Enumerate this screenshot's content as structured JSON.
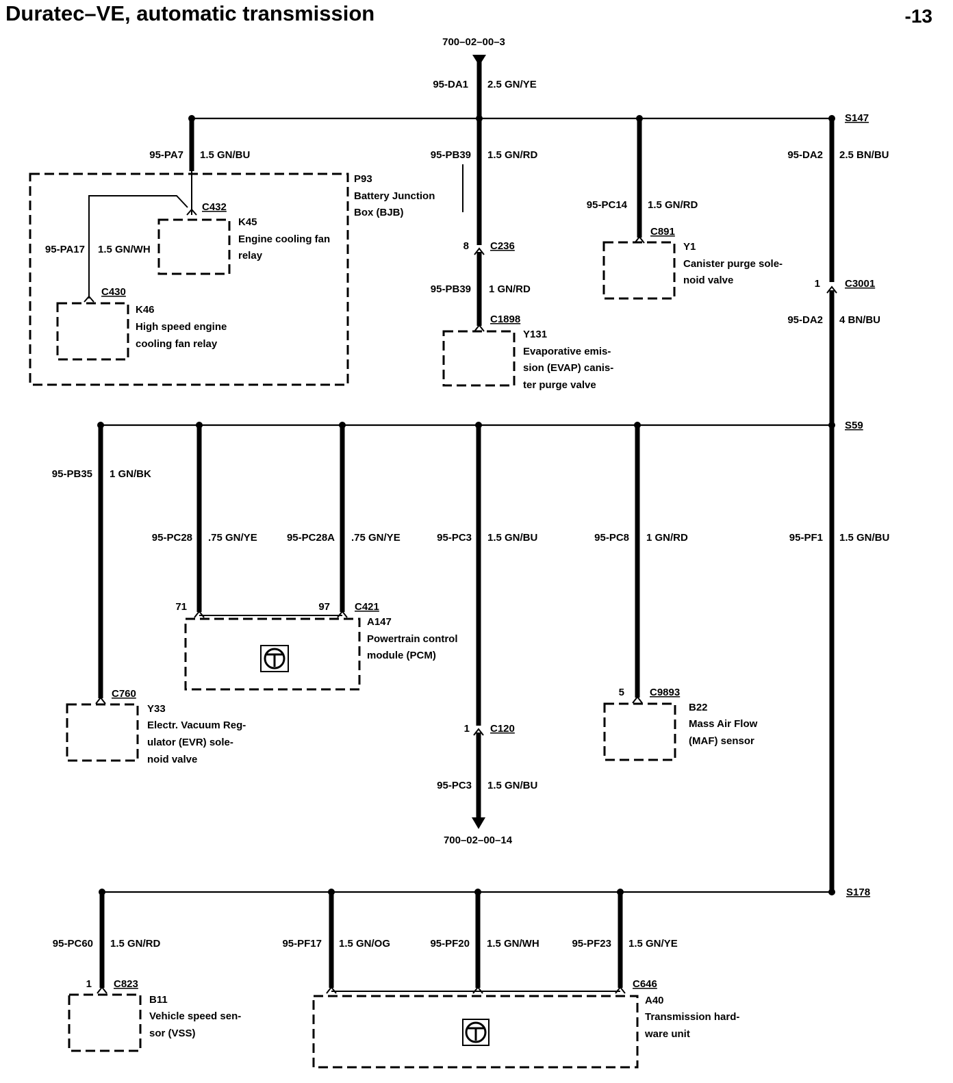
{
  "title": "Duratec–VE, automatic transmission",
  "page_number": "-13",
  "refs": {
    "top": "700–02–00–3",
    "bottom": "700–02–00–14"
  },
  "splices": {
    "s147": "S147",
    "s59": "S59",
    "s178": "S178"
  },
  "wires": {
    "da1": {
      "id": "95-DA1",
      "spec": "2.5 GN/YE"
    },
    "pa7": {
      "id": "95-PA7",
      "spec": "1.5 GN/BU"
    },
    "pa17": {
      "id": "95-PA17",
      "spec": "1.5 GN/WH"
    },
    "pb39": {
      "id": "95-PB39",
      "spec": "1.5 GN/RD"
    },
    "pb39b": {
      "id": "95-PB39",
      "spec": "1 GN/RD"
    },
    "pc14": {
      "id": "95-PC14",
      "spec": "1.5 GN/RD"
    },
    "da2": {
      "id": "95-DA2",
      "spec": "2.5 BN/BU"
    },
    "da2b": {
      "id": "95-DA2",
      "spec": "4 BN/BU"
    },
    "pb35": {
      "id": "95-PB35",
      "spec": "1 GN/BK"
    },
    "pc28": {
      "id": "95-PC28",
      "spec": ".75 GN/YE"
    },
    "pc28a": {
      "id": "95-PC28A",
      "spec": ".75 GN/YE"
    },
    "pc3": {
      "id": "95-PC3",
      "spec": "1.5 GN/BU"
    },
    "pc3b": {
      "id": "95-PC3",
      "spec": "1.5 GN/BU"
    },
    "pc8": {
      "id": "95-PC8",
      "spec": "1 GN/RD"
    },
    "pf1": {
      "id": "95-PF1",
      "spec": "1.5 GN/BU"
    },
    "pc60": {
      "id": "95-PC60",
      "spec": "1.5 GN/RD"
    },
    "pf17": {
      "id": "95-PF17",
      "spec": "1.5 GN/OG"
    },
    "pf20": {
      "id": "95-PF20",
      "spec": "1.5 GN/WH"
    },
    "pf23": {
      "id": "95-PF23",
      "spec": "1.5 GN/YE"
    }
  },
  "connectors": {
    "c432": "C432",
    "c430": "C430",
    "c236": "C236",
    "c1898": "C1898",
    "c891": "C891",
    "c3001": "C3001",
    "c421": "C421",
    "c760": "C760",
    "c120": "C120",
    "c9893": "C9893",
    "c823": "C823",
    "c646": "C646"
  },
  "pins": {
    "c236": "8",
    "c3001": "1",
    "c421a": "71",
    "c421b": "97",
    "c120": "1",
    "c9893": "5",
    "c823": "1"
  },
  "components": {
    "p93": {
      "code": "P93",
      "lines": [
        "Battery Junction",
        "Box (BJB)"
      ]
    },
    "k45": {
      "code": "K45",
      "lines": [
        "Engine cooling fan",
        "relay"
      ]
    },
    "k46": {
      "code": "K46",
      "lines": [
        "High speed engine",
        "cooling fan relay"
      ]
    },
    "y1": {
      "code": "Y1",
      "lines": [
        "Canister purge sole-",
        "noid valve"
      ]
    },
    "y131": {
      "code": "Y131",
      "lines": [
        "Evaporative emis-",
        "sion (EVAP) canis-",
        "ter purge valve"
      ]
    },
    "a147": {
      "code": "A147",
      "lines": [
        "Powertrain control",
        "module (PCM)"
      ]
    },
    "y33": {
      "code": "Y33",
      "lines": [
        "Electr. Vacuum Reg-",
        "ulator (EVR) sole-",
        "noid valve"
      ]
    },
    "b22": {
      "code": "B22",
      "lines": [
        "Mass Air Flow",
        "(MAF) sensor"
      ]
    },
    "b11": {
      "code": "B11",
      "lines": [
        "Vehicle speed sen-",
        "sor (VSS)"
      ]
    },
    "a40": {
      "code": "A40",
      "lines": [
        "Transmission hard-",
        "ware unit"
      ]
    }
  }
}
